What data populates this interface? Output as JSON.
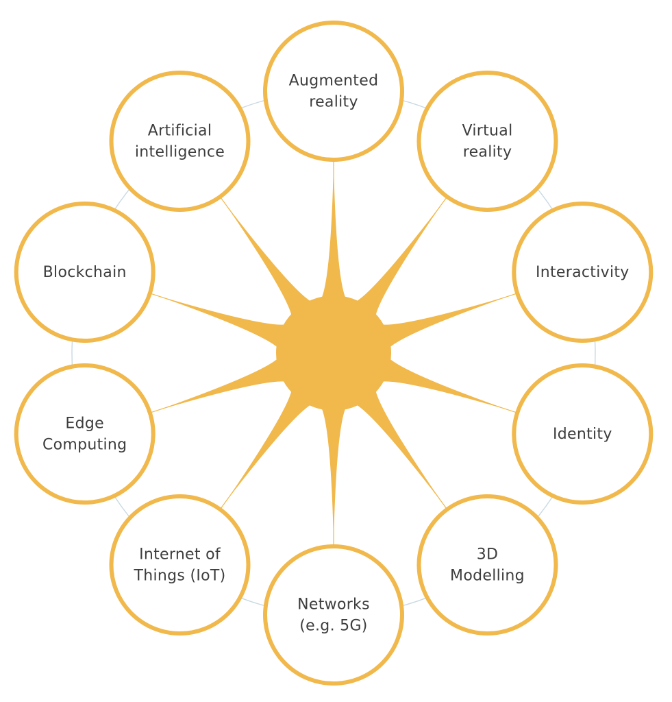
{
  "diagram": {
    "colors": {
      "accent": "#F1B84B",
      "star": "#F1B84B",
      "ring": "#C9D9E3",
      "spoke": "#F1B84B",
      "text": "#3D3D3D",
      "background": "#FFFFFF"
    },
    "nodes": [
      {
        "id": "augmented-reality",
        "lines": [
          "Augmented",
          "reality"
        ]
      },
      {
        "id": "virtual-reality",
        "lines": [
          "Virtual",
          "reality"
        ]
      },
      {
        "id": "interactivity",
        "lines": [
          "Interactivity"
        ]
      },
      {
        "id": "identity",
        "lines": [
          "Identity"
        ]
      },
      {
        "id": "3d-modelling",
        "lines": [
          "3D",
          "Modelling"
        ]
      },
      {
        "id": "networks",
        "lines": [
          "Networks",
          "(e.g. 5G)"
        ]
      },
      {
        "id": "internet-of-things",
        "lines": [
          "Internet of",
          "Things (IoT)"
        ]
      },
      {
        "id": "edge-computing",
        "lines": [
          "Edge",
          "Computing"
        ]
      },
      {
        "id": "blockchain",
        "lines": [
          "Blockchain"
        ]
      },
      {
        "id": "artificial-intelligence",
        "lines": [
          "Artificial",
          "intelligence"
        ]
      }
    ]
  }
}
